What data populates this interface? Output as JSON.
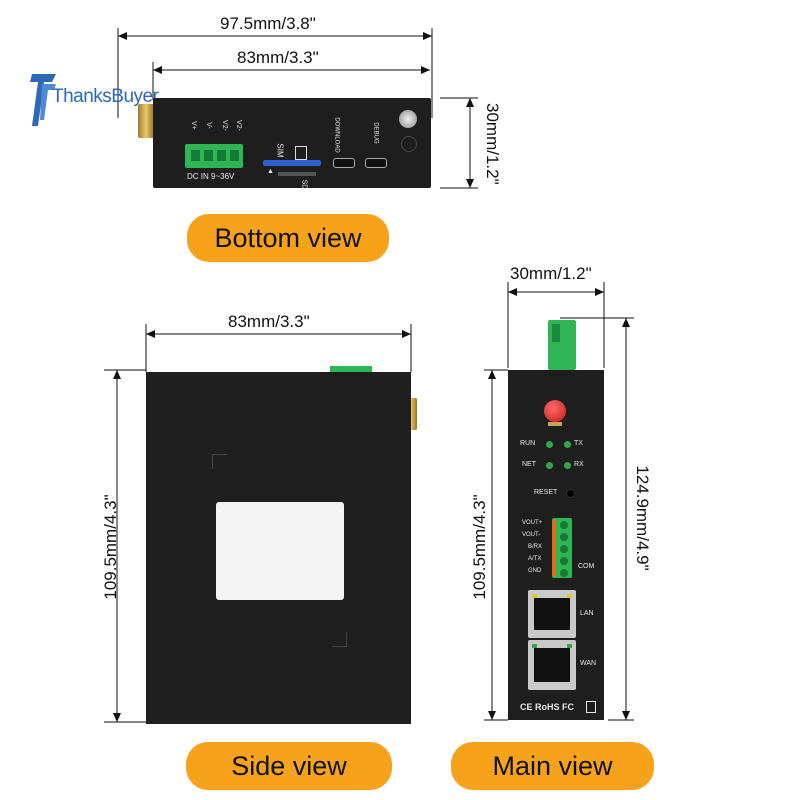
{
  "brand": {
    "logo_text": "ThanksBuyer"
  },
  "bottom_view": {
    "caption": "Bottom view",
    "dim_overall": "97.5mm/3.8\"",
    "dim_body": "83mm/3.3\"",
    "dim_height": "30mm/1.2\"",
    "power_pins": [
      "V+",
      "V-",
      "V2-",
      "V2-"
    ],
    "power_label": "DC IN 9~36V",
    "sim_label": "SIM",
    "sd_label": "SD",
    "download_label": "DOWNLOAD",
    "debug_label": "DEBUG"
  },
  "side_view": {
    "caption": "Side view",
    "dim_width": "83mm/3.3\"",
    "dim_height": "109.5mm/4.3\""
  },
  "main_view": {
    "caption": "Main view",
    "dim_width": "30mm/1.2\"",
    "dim_body_height": "109.5mm/4.3\"",
    "dim_overall_height": "124.9mm/4.9\"",
    "led_labels": {
      "run": "RUN",
      "tx": "TX",
      "net": "NET",
      "rx": "RX"
    },
    "reset_label": "RESET",
    "terminal_labels": [
      "VOUT+",
      "VOUT-",
      "B/RX",
      "A/TX",
      "GND"
    ],
    "com_label": "COM",
    "lan_label": "LAN",
    "wan_label": "WAN",
    "cert_marks": "CE RoHS FC"
  },
  "colors": {
    "body": "#1e1e1e",
    "pill": "#f6a21a",
    "terminal": "#2fb556",
    "led": "#2fa84a",
    "antenna_cap": "#d42020"
  }
}
